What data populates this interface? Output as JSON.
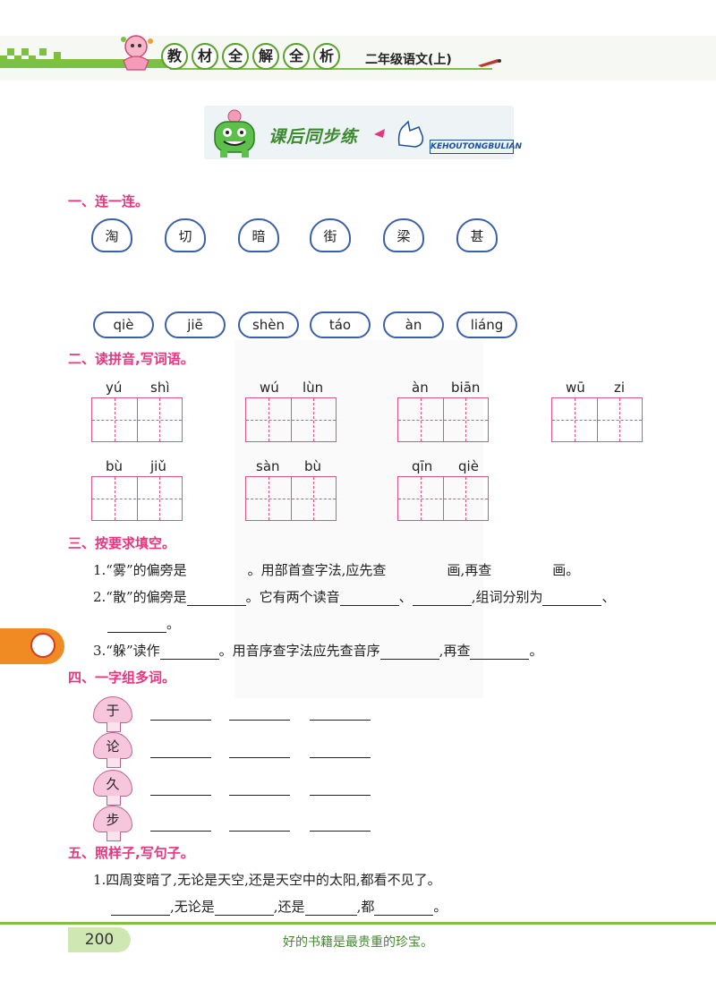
{
  "header": {
    "title_chars": [
      "教",
      "材",
      "全",
      "解",
      "全",
      "析"
    ],
    "subtitle": "二年级语文(上)"
  },
  "banner": {
    "title": "课后同步练",
    "subtitle": "KEHOUTONGBULIAN"
  },
  "section1": {
    "heading": "一、连一连。",
    "hanzi": [
      "淘",
      "切",
      "暗",
      "街",
      "梁",
      "甚"
    ],
    "pinyin": [
      "qiè",
      "jiē",
      "shèn",
      "táo",
      "àn",
      "liáng"
    ]
  },
  "section2": {
    "heading": "二、读拼音,写词语。",
    "items": [
      {
        "p1": "yú",
        "p2": "shì"
      },
      {
        "p1": "wú",
        "p2": "lùn"
      },
      {
        "p1": "àn",
        "p2": "biān"
      },
      {
        "p1": "wū",
        "p2": "zi"
      },
      {
        "p1": "bù",
        "p2": "jiǔ"
      },
      {
        "p1": "sàn",
        "p2": "bù"
      },
      {
        "p1": "qīn",
        "p2": "qiè"
      }
    ]
  },
  "section3": {
    "heading": "三、按要求填空。",
    "q1": {
      "a": "1.“雾”的偏旁是",
      "b": "。用部首查字法,应先查",
      "c": "画,再查",
      "d": "画。"
    },
    "q2": {
      "a": "2.“散”的偏旁是",
      "b": "。它有两个读音",
      "c": "、",
      "d": ",组词分别为",
      "e": "、",
      "f": "。"
    },
    "q3": {
      "a": "3.“躲”读作",
      "b": "。用音序查字法应先查音序",
      "c": ",再查",
      "d": "。"
    }
  },
  "section4": {
    "heading": "四、一字组多词。",
    "chars": [
      "于",
      "论",
      "久",
      "步"
    ]
  },
  "section5": {
    "heading": "五、照样子,写句子。",
    "example": "1.四周变暗了,无论是天空,还是天空中的太阳,都看不见了。",
    "p1": ",无论是",
    "p2": ",还是",
    "p3": ",都",
    "p4": "。"
  },
  "footer": {
    "page_number": "200",
    "motto": "好的书籍是最贵重的珍宝。"
  },
  "colors": {
    "accent_green": "#7cc142",
    "heading_pink": "#e8357f",
    "grid_pink": "#e0557f",
    "shell_blue": "#3b5fa8"
  }
}
